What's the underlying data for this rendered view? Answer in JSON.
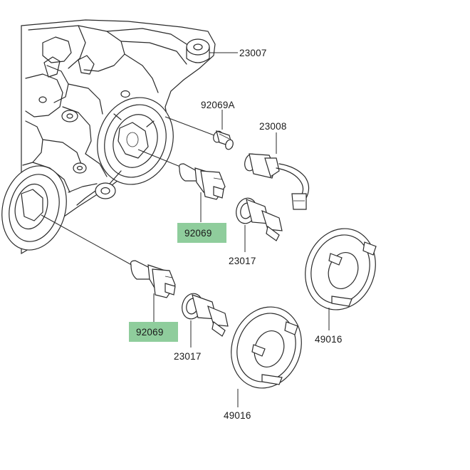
{
  "colors": {
    "highlight": "#8fcd9c",
    "ink": "#2a2a2a",
    "background": "#ffffff"
  },
  "parts": {
    "p23007": "23007",
    "p92069A": "92069A",
    "p23008": "23008",
    "p92069_upper": "92069",
    "p23017_upper": "23017",
    "p92069_lower": "92069",
    "p23017_lower": "23017",
    "p49016_right": "49016",
    "p49016_left": "49016"
  }
}
